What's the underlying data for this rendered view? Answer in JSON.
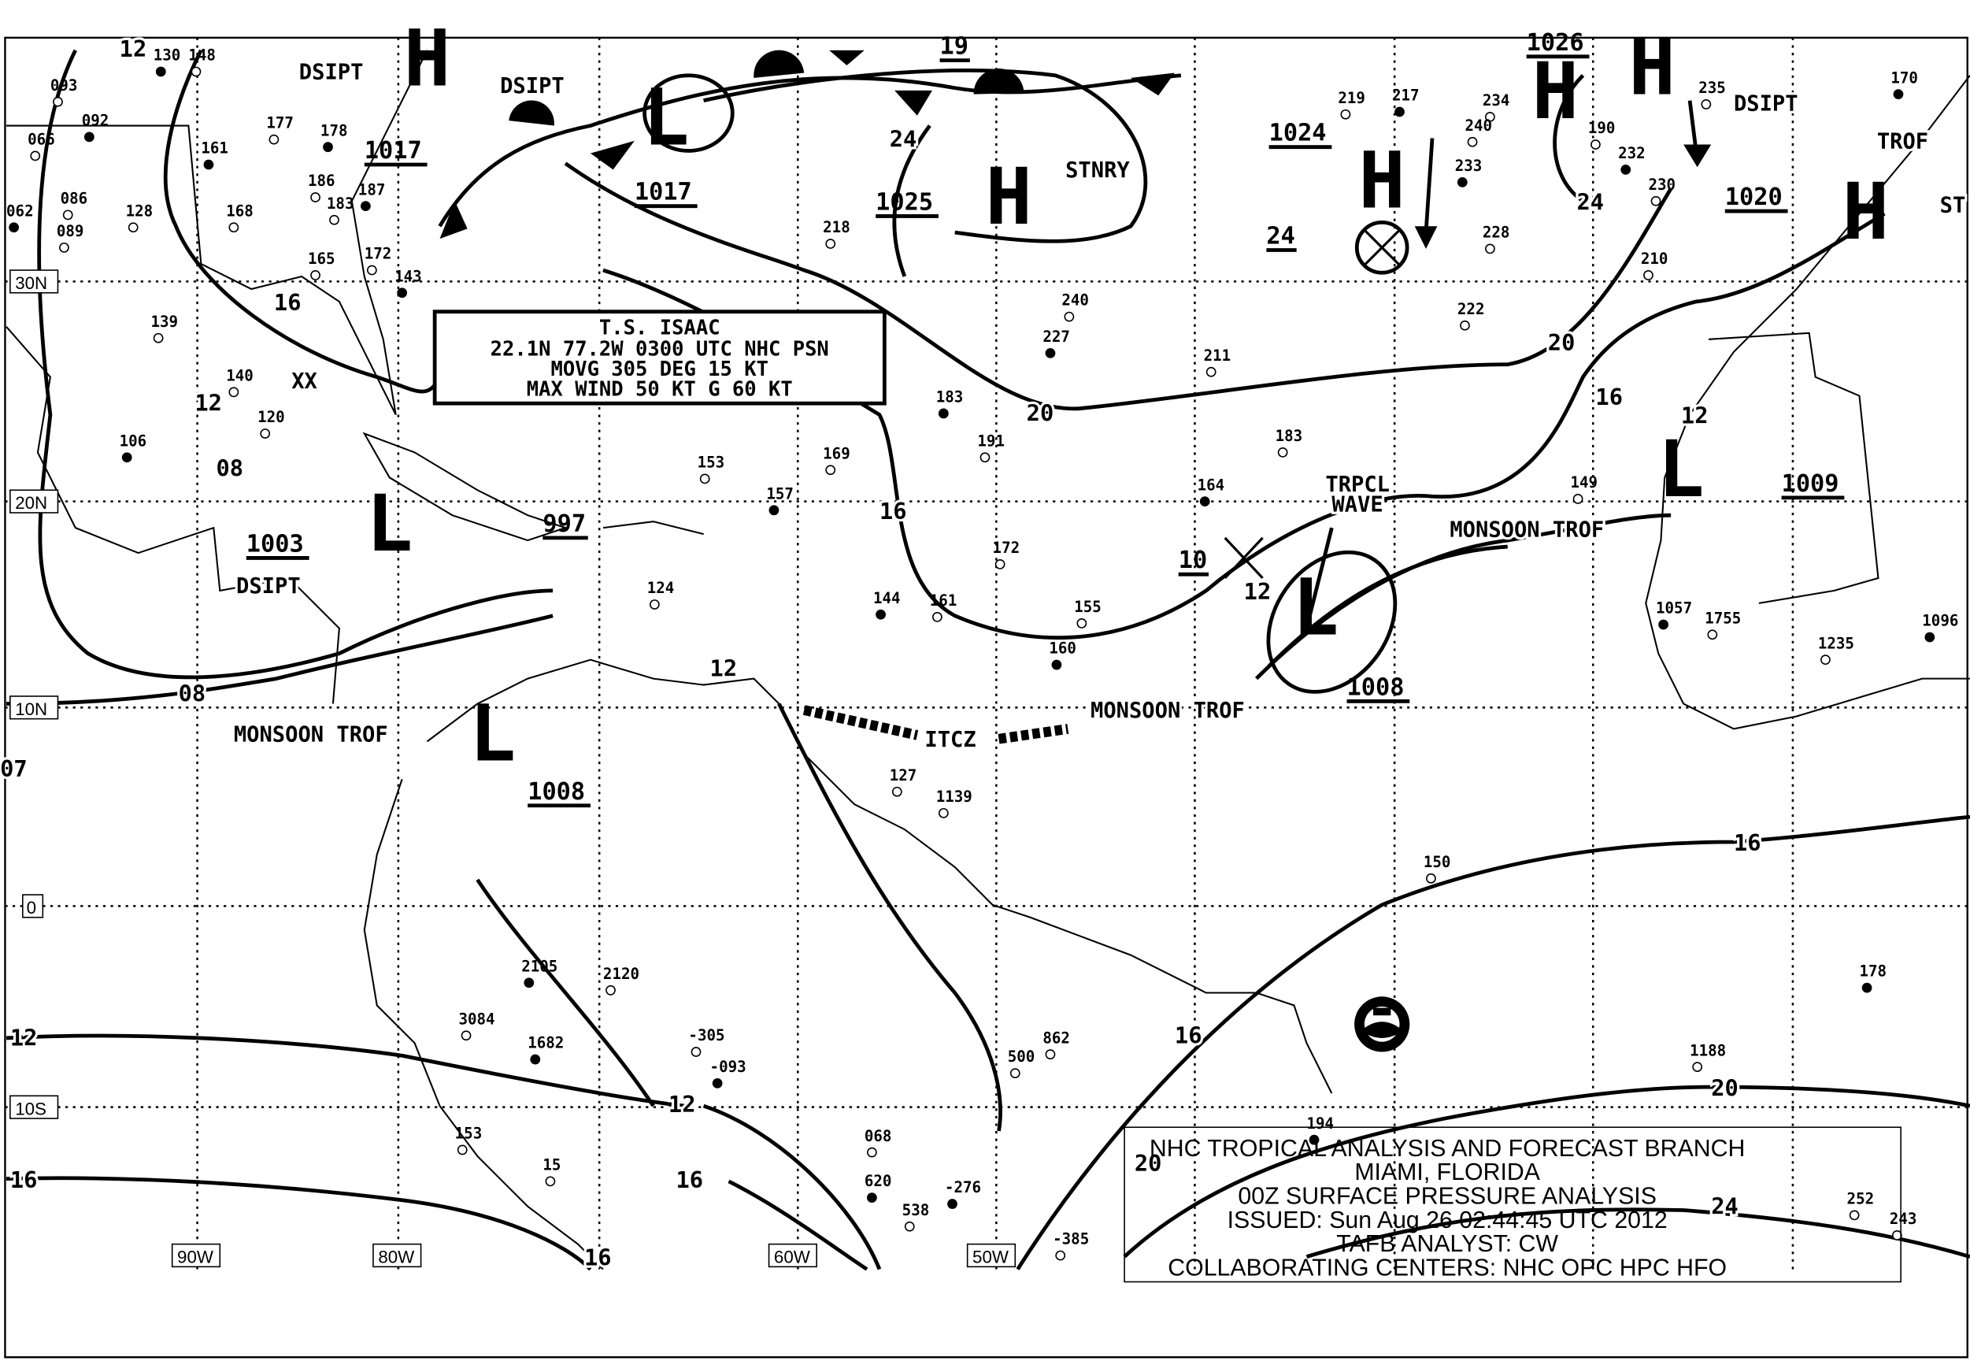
{
  "map": {
    "title": "NHC Tropical Surface Pressure Analysis",
    "lat_labels": [
      "30N",
      "20N",
      "10N",
      "0",
      "10S"
    ],
    "lon_labels": [
      "90W",
      "80W",
      "60W",
      "50W"
    ],
    "storm_box": {
      "line1": "T.S. ISAAC",
      "line2": "22.1N 77.2W 0300 UTC NHC PSN",
      "line3": "MOVG 305 DEG 15 KT",
      "line4": "MAX WIND 50 KT G 60 KT"
    },
    "info_box": {
      "line1": "NHC TROPICAL ANALYSIS AND FORECAST BRANCH",
      "line2": "MIAMI, FLORIDA",
      "line3": "00Z SURFACE PRESSURE ANALYSIS",
      "line4": "ISSUED: Sun Aug 26 02:44:45 UTC 2012",
      "line5": "TAFB ANALYST: CW",
      "line6": "COLLABORATING CENTERS: NHC OPC HPC HFO"
    },
    "centers": [
      {
        "type": "H",
        "pressure": ""
      },
      {
        "type": "H",
        "pressure": "1024"
      },
      {
        "type": "H",
        "pressure": "1025"
      },
      {
        "type": "H",
        "pressure": "1020"
      },
      {
        "type": "H",
        "pressure": "1017"
      },
      {
        "type": "H",
        "pressure": "1026"
      },
      {
        "type": "L",
        "pressure": "1017"
      },
      {
        "type": "L",
        "pressure": "1003"
      },
      {
        "type": "L",
        "pressure": "1008"
      },
      {
        "type": "L",
        "pressure": "1008"
      },
      {
        "type": "L",
        "pressure": "1009"
      }
    ],
    "other_pressures": [
      "997",
      "10",
      "24",
      "19"
    ],
    "isobar_labels": [
      "12",
      "16",
      "12",
      "08",
      "08",
      "12",
      "16",
      "20",
      "24",
      "24",
      "20",
      "16",
      "12",
      "12",
      "16",
      "20",
      "24",
      "20",
      "16",
      "12",
      "16",
      "16",
      "12",
      "16",
      "07"
    ],
    "feature_labels": [
      "DSIPT",
      "DSIPT",
      "DSIPT",
      "DSIPT",
      "TROF",
      "STNRY",
      "MONSOON TROF",
      "MONSOON TROF",
      "MONSOON TROF",
      "ITCZ",
      "TRPCL",
      "WAVE",
      "XX",
      "ST"
    ],
    "stations": [
      "130",
      "148",
      "093",
      "092",
      "066",
      "086",
      "062",
      "089",
      "128",
      "161",
      "168",
      "177",
      "178",
      "186",
      "183",
      "187",
      "165",
      "172",
      "143",
      "139",
      "140",
      "106",
      "120",
      "153",
      "157",
      "124",
      "169",
      "183",
      "191",
      "172",
      "144",
      "161",
      "155",
      "160",
      "218",
      "240",
      "227",
      "211",
      "183",
      "164",
      "222",
      "219",
      "217",
      "234",
      "240",
      "233",
      "228",
      "190",
      "232",
      "230",
      "235",
      "170",
      "210",
      "149",
      "1057",
      "1755",
      "1235",
      "1096",
      "150",
      "1188",
      "178",
      "252",
      "243",
      "194",
      "127",
      "1139",
      "620",
      "068",
      "-305",
      "-093",
      "500",
      "862",
      "2105",
      "2120",
      "3084",
      "1682",
      "153",
      "15",
      "-276",
      "538",
      "-385"
    ],
    "colors": {
      "ink": "#000000",
      "background": "#ffffff"
    }
  }
}
